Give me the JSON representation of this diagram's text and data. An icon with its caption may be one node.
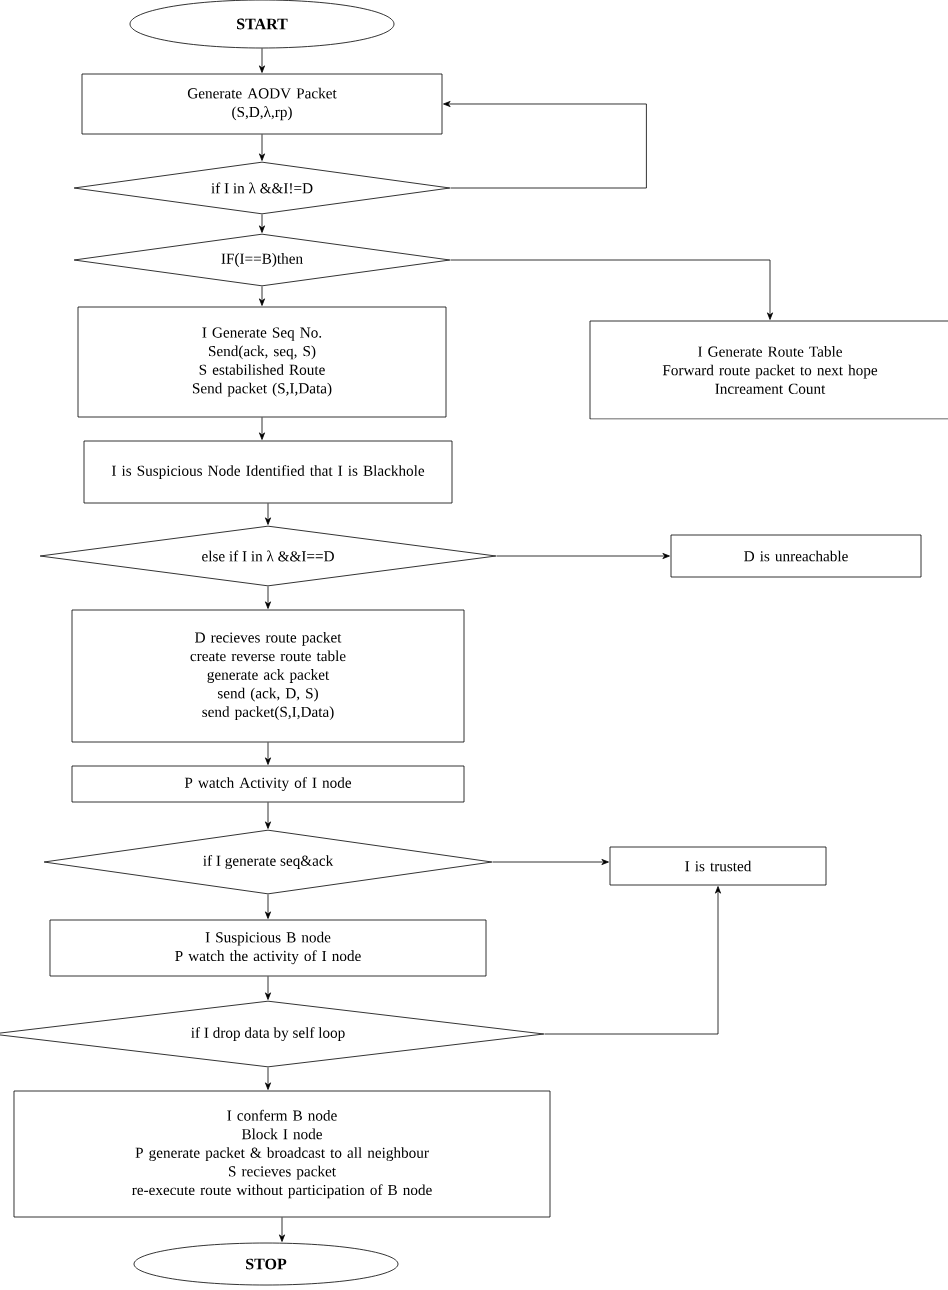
{
  "diagram": {
    "nodes": [
      {
        "text": [
          "START"
        ]
      },
      {
        "text": [
          "Generate AODV Packet",
          "(S,D,λ,rp)"
        ]
      },
      {
        "text": [
          "if I in λ &&I!=D"
        ]
      },
      {
        "text": [
          "IF(I==B)then"
        ]
      },
      {
        "text": [
          "I Generate Seq No.",
          "Send(ack, seq, S)",
          "S estabilished Route",
          "Send packet (S,I,Data)"
        ]
      },
      {
        "text": [
          "I Generate Route Table",
          "Forward route packet to next hope",
          "Increament Count"
        ]
      },
      {
        "text": [
          "I is Suspicious Node Identified that I is Blackhole"
        ]
      },
      {
        "text": [
          "else if I in λ &&I==D"
        ]
      },
      {
        "text": [
          "D is unreachable"
        ]
      },
      {
        "text": [
          "D recieves route packet",
          "create reverse route table",
          "generate ack packet",
          "send (ack, D, S)",
          "send packet(S,I,Data)"
        ]
      },
      {
        "text": [
          "P watch Activity of I node"
        ]
      },
      {
        "text": [
          "if I generate seq&ack"
        ]
      },
      {
        "text": [
          "I is trusted"
        ]
      },
      {
        "text": [
          "I Suspicious B node",
          "P watch the activity of I node"
        ]
      },
      {
        "text": [
          "if I drop data by self loop"
        ]
      },
      {
        "text": [
          "I conferm B node",
          "Block I node",
          "P generate packet & broadcast to all neighbour",
          "S recieves packet",
          "re-execute route without participation of B node"
        ]
      },
      {
        "text": [
          "STOP"
        ]
      }
    ],
    "edges": [
      {
        "from": 0,
        "to": 1,
        "arrow": "to"
      },
      {
        "from": 1,
        "to": 2,
        "arrow": "to"
      },
      {
        "from": 2,
        "to": 1,
        "arrow": "to"
      },
      {
        "from": 2,
        "to": 3,
        "arrow": "to"
      },
      {
        "from": 3,
        "to": 4,
        "arrow": "to"
      },
      {
        "from": 3,
        "to": 5,
        "arrow": "to"
      },
      {
        "from": 4,
        "to": 6,
        "arrow": "to"
      },
      {
        "from": 6,
        "to": 7,
        "arrow": "to"
      },
      {
        "from": 7,
        "to": 8,
        "arrow": "to"
      },
      {
        "from": 7,
        "to": 9,
        "arrow": "to"
      },
      {
        "from": 9,
        "to": 10,
        "arrow": "to"
      },
      {
        "from": 10,
        "to": 11,
        "arrow": "to"
      },
      {
        "from": 11,
        "to": 12,
        "arrow": "to"
      },
      {
        "from": 11,
        "to": 13,
        "arrow": "to"
      },
      {
        "from": 13,
        "to": 14,
        "arrow": "to"
      },
      {
        "from": 14,
        "to": 12,
        "arrow": "to"
      },
      {
        "from": 14,
        "to": 15,
        "arrow": "to"
      },
      {
        "from": 15,
        "to": 16,
        "arrow": "to"
      }
    ]
  }
}
